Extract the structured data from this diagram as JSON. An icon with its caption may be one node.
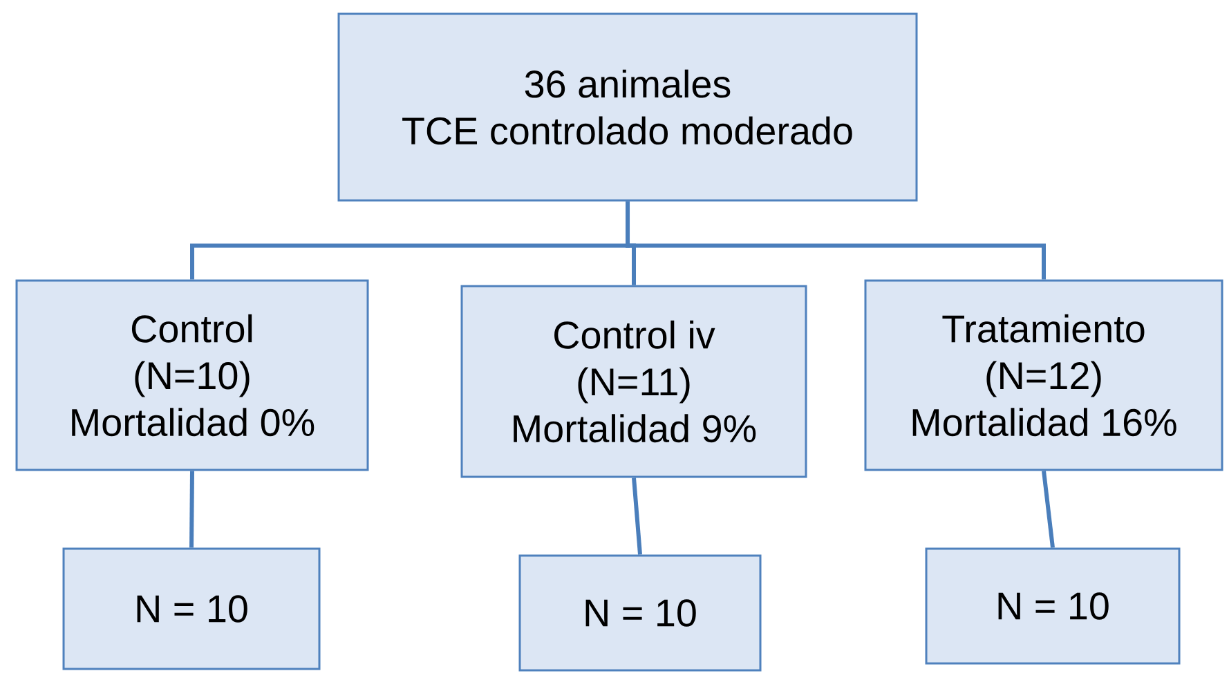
{
  "diagram": {
    "nodes": [
      {
        "text": [
          "36 animales",
          "TCE controlado moderado"
        ]
      },
      {
        "text": [
          "Control",
          "(N=10)",
          "Mortalidad 0%"
        ]
      },
      {
        "text": [
          "Control iv",
          "(N=11)",
          "Mortalidad 9%"
        ]
      },
      {
        "text": [
          "Tratamiento",
          "(N=12)",
          "Mortalidad 16%"
        ]
      },
      {
        "text": [
          "N = 10"
        ]
      },
      {
        "text": [
          "N = 10"
        ]
      },
      {
        "text": [
          "N = 10"
        ]
      }
    ],
    "edges": [
      {
        "from": 0,
        "to": 1,
        "arrow": "none"
      },
      {
        "from": 0,
        "to": 2,
        "arrow": "none"
      },
      {
        "from": 0,
        "to": 3,
        "arrow": "none"
      },
      {
        "from": 1,
        "to": 4,
        "arrow": "none"
      },
      {
        "from": 2,
        "to": 5,
        "arrow": "none"
      },
      {
        "from": 3,
        "to": 6,
        "arrow": "none"
      }
    ]
  }
}
